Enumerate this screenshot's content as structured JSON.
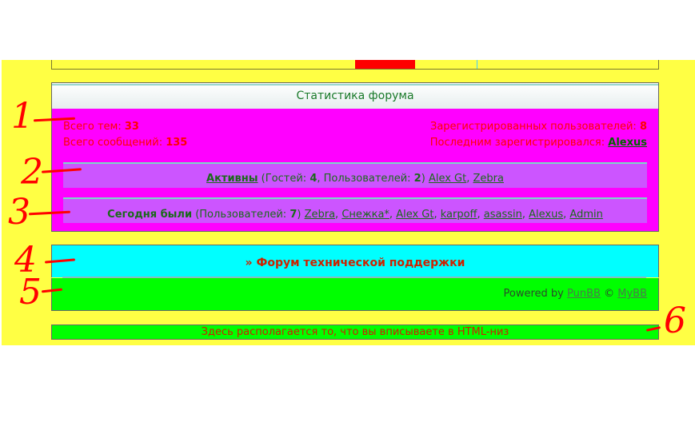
{
  "stats": {
    "title": "Статистика форума",
    "topics_label": "Всего тем:",
    "topics_value": "33",
    "posts_label": "Всего сообщений:",
    "posts_value": "135",
    "users_label": "Зарегистрированных пользователей:",
    "users_value": "8",
    "newest_label": "Последним зарегистрировался:",
    "newest_user": "Alexus"
  },
  "online": {
    "active_label": "Активны",
    "guests_prefix": "(Гостей: ",
    "guests_value": "4",
    "users_prefix": ", Пользователей: ",
    "users_value": "2",
    "close": ")",
    "users": [
      "Alex Gt",
      "Zebra"
    ]
  },
  "today": {
    "label": "Сегодня были",
    "users_prefix": "(Пользователей: ",
    "users_value": "7",
    "close": ")",
    "users": [
      "Zebra",
      "Снежка*",
      "Alex Gt",
      "karpoff",
      "asassin",
      "Alexus",
      "Admin"
    ]
  },
  "support": {
    "title": "» Форум технической поддержки"
  },
  "powered": {
    "prefix": "Powered by",
    "link1": "PunBB",
    "copy": "©",
    "link2": "MyBB"
  },
  "footer": {
    "text": "Здесь располагается то, что вы вписываете в HTML-низ"
  },
  "annotations": [
    "1",
    "2",
    "3",
    "4",
    "5",
    "6"
  ],
  "colors": {
    "page_bg": "#ffff44",
    "stats_bg": "#ff00ff",
    "row_bg": "#cc55ff",
    "support_bg": "#00ffff",
    "powered_bg": "#00ff00",
    "annotation": "#ff0000"
  }
}
